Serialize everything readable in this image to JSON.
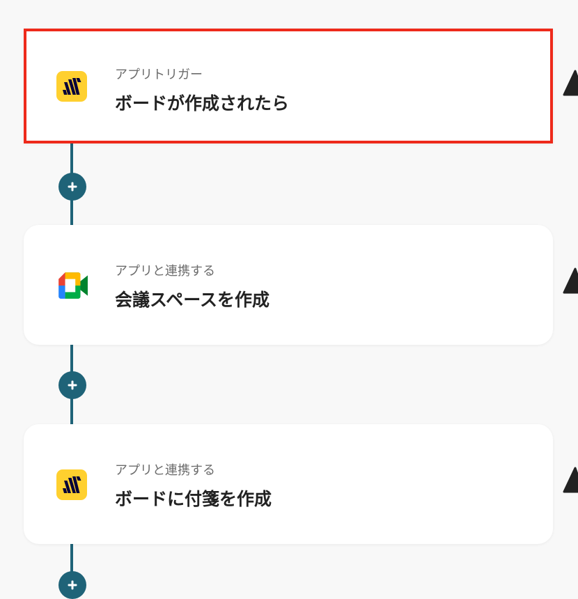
{
  "flow": {
    "steps": [
      {
        "app_icon": "miro-icon",
        "subtitle": "アプリトリガー",
        "title": "ボードが作成されたら",
        "selected": true
      },
      {
        "app_icon": "google-meet-icon",
        "subtitle": "アプリと連携する",
        "title": "会議スペースを作成",
        "selected": false
      },
      {
        "app_icon": "miro-icon",
        "subtitle": "アプリと連携する",
        "title": "ボードに付箋を作成",
        "selected": false
      }
    ],
    "add_button_icon": "plus-icon",
    "warning_icon": "warning-triangle-icon"
  },
  "colors": {
    "connector": "#1f6378",
    "selected_border": "#ee2a1b",
    "miro_yellow": "#ffd02f",
    "miro_dark": "#050038",
    "background": "#f8f8f8",
    "warning": "#222222"
  }
}
